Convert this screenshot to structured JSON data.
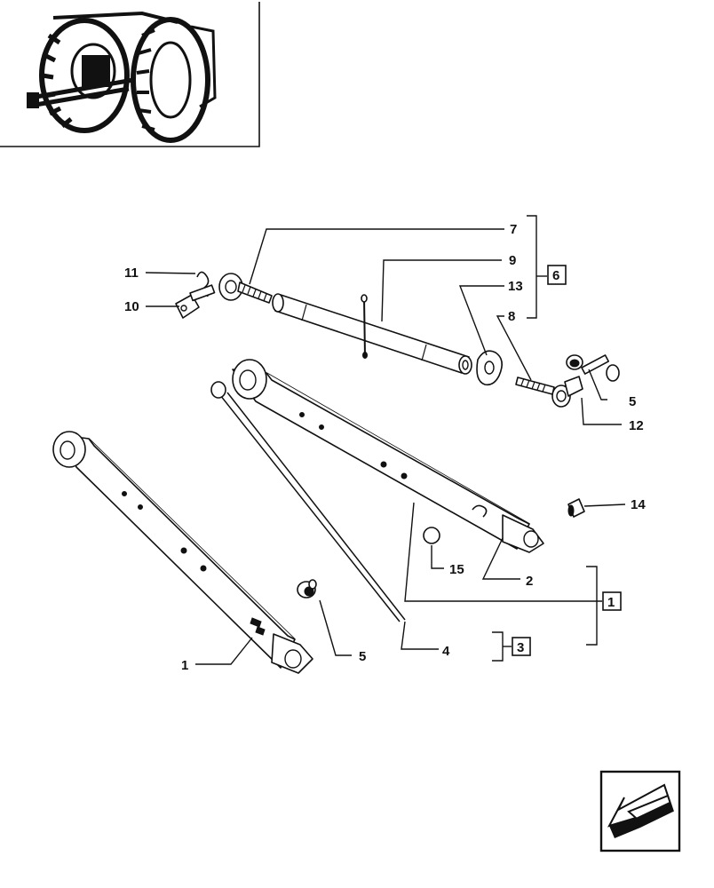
{
  "callouts": {
    "c1": "1",
    "c2": "2",
    "c3": "3",
    "c4": "4",
    "c5a": "5",
    "c5b": "5",
    "c6": "6",
    "c7": "7",
    "c8": "8",
    "c9": "9",
    "c10": "10",
    "c11": "11",
    "c12": "12",
    "c13": "13",
    "c14": "14",
    "c15": "15"
  },
  "icons": {
    "thumbnail": "tractor-rear-view-thumbnail",
    "navigation": "arrow-down-left-icon"
  }
}
